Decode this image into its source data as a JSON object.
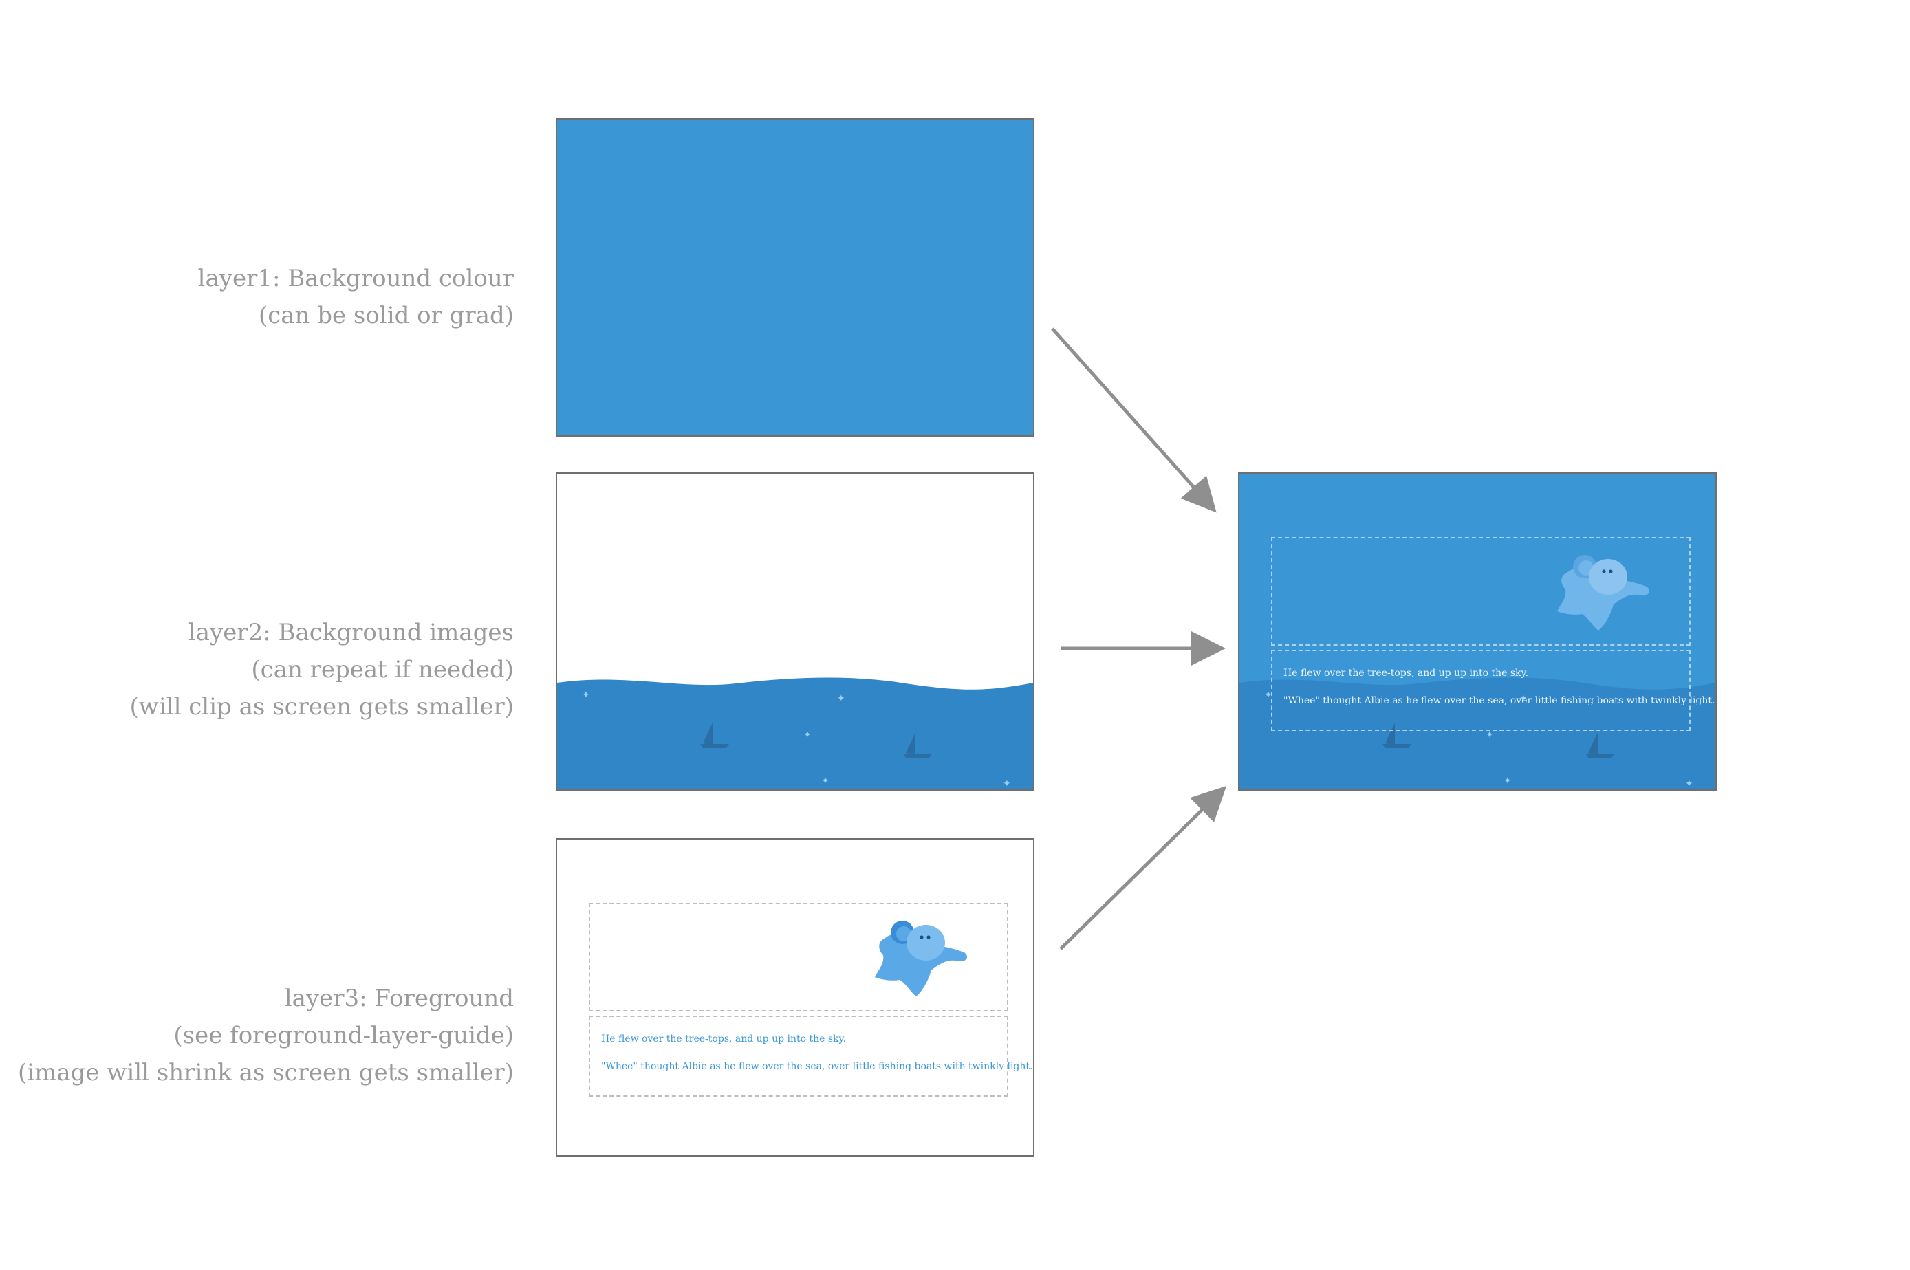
{
  "layers": [
    {
      "id": "layer1",
      "lines": [
        "layer1: Background colour",
        "(can be solid or grad)"
      ]
    },
    {
      "id": "layer2",
      "lines": [
        "layer2: Background images",
        "(can repeat if needed)",
        "(will clip as screen gets smaller)"
      ]
    },
    {
      "id": "layer3",
      "lines": [
        "layer3: Foreground",
        "(see foreground-layer-guide)",
        "(image will shrink as screen gets smaller)"
      ]
    }
  ],
  "story": {
    "line1": "He flew over the tree-tops, and up up into the sky.",
    "line2": "\"Whee\" thought Albie as he flew over the sea, over little fishing boats with twinkly light."
  },
  "colors": {
    "sky": "#3b96d6",
    "sea": "#3186c7",
    "boat": "#2b6ea6",
    "elephant": "#5aa9e6",
    "text_blue": "#3a98d8",
    "arrow": "#8f8f8f"
  }
}
